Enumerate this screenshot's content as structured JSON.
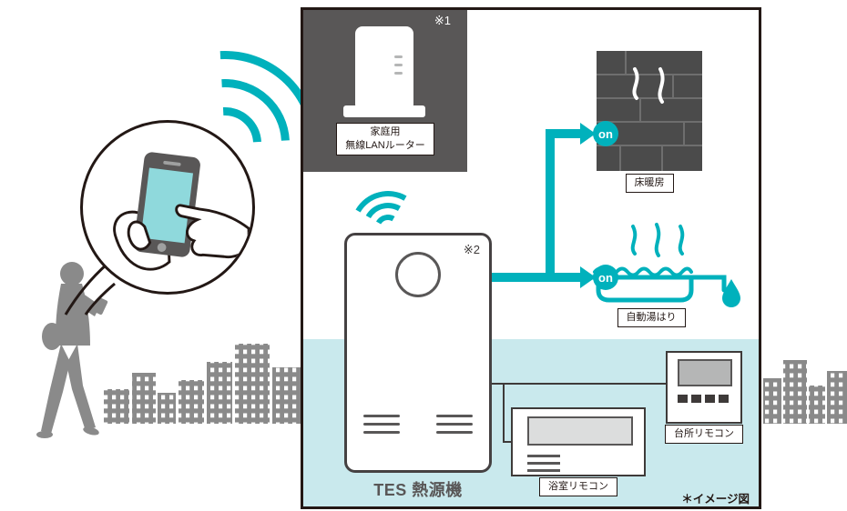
{
  "palette": {
    "teal": "#00b1bc",
    "teal_light": "#c9e9ed",
    "panel_dark": "#595757",
    "silhouette_gray": "#8a8a8a",
    "ink": "#231815",
    "floor_dark": "#4b4b4b",
    "phone_screen": "#8fd9dc"
  },
  "notes": {
    "note1": "※1",
    "note2": "※2",
    "image_note": "＊イメージ図"
  },
  "router": {
    "label_line1": "家庭用",
    "label_line2": "無線LANルーター"
  },
  "heat_source": {
    "label": "TES 熱源機"
  },
  "outputs": {
    "floor_heating": {
      "label": "床暖房",
      "badge": "on"
    },
    "auto_bath": {
      "label": "自動湯はり",
      "badge": "on"
    }
  },
  "remotes": {
    "kitchen": {
      "label": "台所リモコン"
    },
    "bathroom": {
      "label": "浴室リモコン"
    }
  }
}
